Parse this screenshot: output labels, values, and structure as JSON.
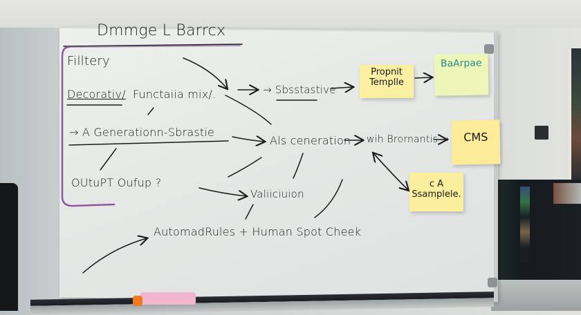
{
  "scene": {
    "description": "Photo of a whiteboard with a hand-drawn workflow diagram and sticky notes",
    "colors": {
      "board": "#e8eae8",
      "ink": "#1a1a1a",
      "bracket": "#8a5aa0",
      "sticky_yellow": "#fbf0a2",
      "sticky_green": "#eef5b8",
      "sticky_text_teal": "#2b8a8a",
      "eraser": "#f2b6cf"
    }
  },
  "whiteboard": {
    "title": "Dmmge L Barrcx",
    "left_column": {
      "filtery": "Fillterу",
      "decorative": "Decorativ/",
      "functional_mix": "Functaiia mix/.",
      "generation": "→ A Generationn-Sbrastie",
      "output": "OUtuPT Oufup ?"
    },
    "flow": {
      "substantive": "→ Sbsstastive",
      "ai_generation": "Als ceneration",
      "with_brand": "wih Brornantis →",
      "validation": "Valiiciuion",
      "automated_rules": "AutomadRules + Human Spot Cheek"
    },
    "sticky_notes": [
      {
        "id": "prompt-template",
        "line1": "Propnit",
        "line2": "Templle"
      },
      {
        "id": "baarpae",
        "line1": "BaArpae"
      },
      {
        "id": "cms",
        "line1": "CMS"
      },
      {
        "id": "sample",
        "line1": "c A",
        "line2": "Ssamplele."
      }
    ]
  }
}
